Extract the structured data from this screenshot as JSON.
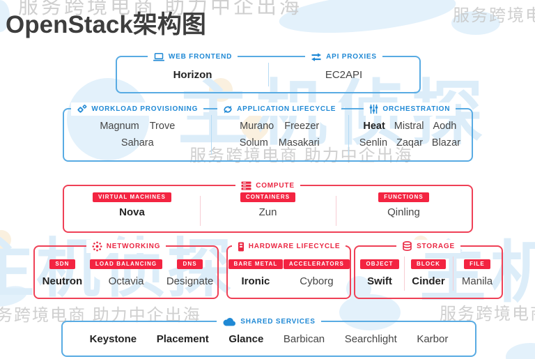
{
  "title": "OpenStack架构图",
  "watermark": {
    "tagline": "服务跨境电商 助力中企出海",
    "tagline_partial": "务跨境电商 助力中企出海",
    "tagline_short": "服务跨境电商",
    "logo_text": "主机侦探",
    "logo_text_right": "主机"
  },
  "frontend_row": {
    "web_frontend": {
      "label": "WEB FRONTEND",
      "icon": "laptop-icon",
      "service": "Horizon"
    },
    "api_proxies": {
      "label": "API PROXIES",
      "icon": "swap-arrows-icon",
      "service": "EC2API"
    }
  },
  "provisioning_row": {
    "workload_provisioning": {
      "label": "WORKLOAD PROVISIONING",
      "icon": "gears-icon",
      "rows": [
        [
          "Magnum",
          "Trove"
        ],
        [
          "Sahara"
        ]
      ]
    },
    "application_lifecycle": {
      "label": "APPLICATION LIFECYCLE",
      "icon": "cycle-icon",
      "rows": [
        [
          "Murano",
          "Freezer"
        ],
        [
          "Solum",
          "Masakari"
        ]
      ]
    },
    "orchestration": {
      "label": "ORCHESTRATION",
      "icon": "sliders-icon",
      "rows": [
        [
          "Heat",
          "Mistral",
          "Aodh"
        ],
        [
          "Senlin",
          "Zaqar",
          "Blazar"
        ]
      ]
    }
  },
  "compute": {
    "label": "COMPUTE",
    "icon": "server-stack-icon",
    "cells": [
      {
        "badge": "VIRTUAL MACHINES",
        "service": "Nova"
      },
      {
        "badge": "CONTAINERS",
        "service": "Zun"
      },
      {
        "badge": "FUNCTIONS",
        "service": "Qinling"
      }
    ]
  },
  "networking": {
    "label": "NETWORKING",
    "icon": "network-burst-icon",
    "cells": [
      {
        "badge": "SDN",
        "service": "Neutron"
      },
      {
        "badge": "LOAD BALANCING",
        "service": "Octavia"
      },
      {
        "badge": "DNS",
        "service": "Designate"
      }
    ]
  },
  "hardware_lifecycle": {
    "label": "HARDWARE LIFECYCLE",
    "icon": "chip-icon",
    "cells": [
      {
        "badge": "BARE METAL",
        "service": "Ironic"
      },
      {
        "badge": "ACCELERATORS",
        "service": "Cyborg"
      }
    ]
  },
  "storage": {
    "label": "STORAGE",
    "icon": "database-icon",
    "cells": [
      {
        "badge": "OBJECT",
        "service": "Swift"
      },
      {
        "badge": "BLOCK",
        "service": "Cinder"
      },
      {
        "badge": "FILE",
        "service": "Manila"
      }
    ]
  },
  "shared_services": {
    "label": "SHARED SERVICES",
    "icon": "cloud-icon",
    "services": [
      "Keystone",
      "Placement",
      "Glance",
      "Barbican",
      "Searchlight",
      "Karbor"
    ]
  },
  "colors": {
    "blue_accent": "#2089d5",
    "blue_border": "#58abe3",
    "red_accent": "#ea2742",
    "red_badge": "#f32441",
    "red_border": "#ef4056",
    "watermark_gray": "#c7c7c7",
    "watermark_blue": "#dcedf9"
  }
}
